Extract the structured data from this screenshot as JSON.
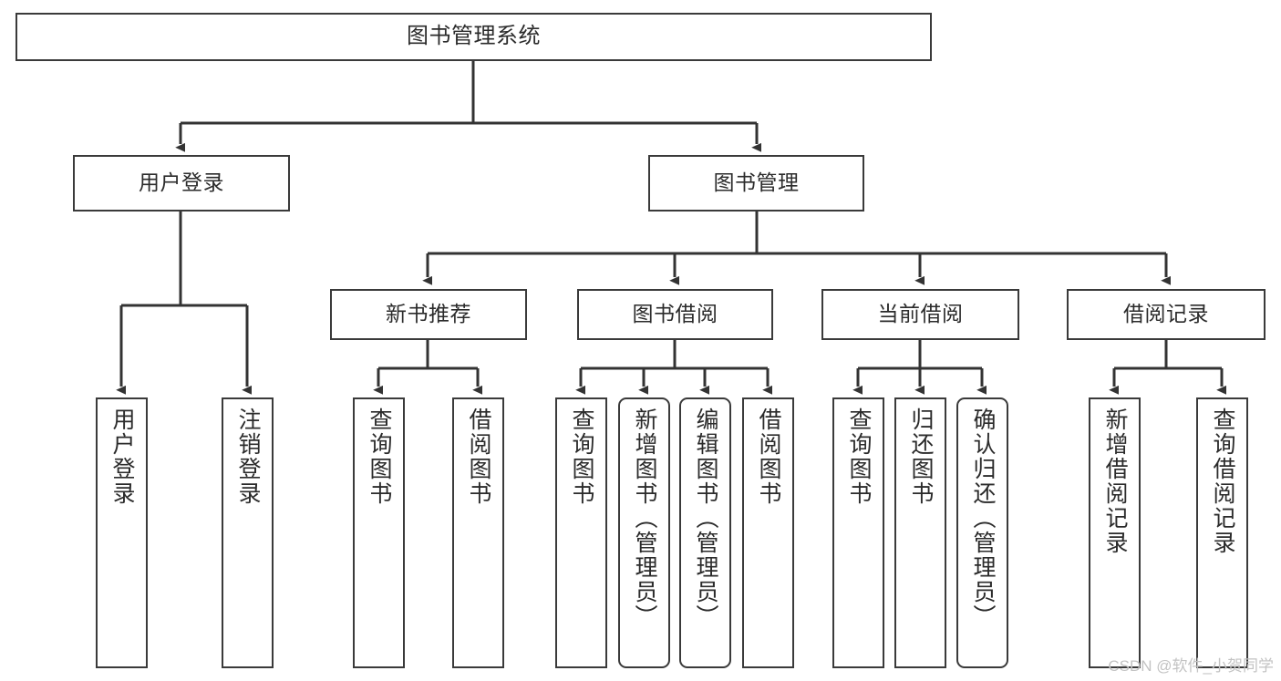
{
  "diagram": {
    "title": "图书管理系统",
    "type": "hierarchy-tree",
    "watermark": "CSDN @软件_小贺同学",
    "colors": {
      "node_border": "#3a3a3a",
      "node_fill": "#ffffff",
      "edge": "#333333",
      "text": "#2b2b2b",
      "watermark": "#c3c3c3",
      "background": "#ffffff"
    },
    "levels": {
      "root": "图书管理系统",
      "level2": [
        "用户登录",
        "图书管理"
      ],
      "level3": [
        "新书推荐",
        "图书借阅",
        "当前借阅",
        "借阅记录"
      ]
    },
    "nodes": {
      "root": {
        "label": "图书管理系统"
      },
      "user_login": {
        "label": "用户登录"
      },
      "book_manage": {
        "label": "图书管理"
      },
      "new_book_rec": {
        "label": "新书推荐"
      },
      "book_borrow": {
        "label": "图书借阅"
      },
      "current_borrow": {
        "label": "当前借阅"
      },
      "borrow_record": {
        "label": "借阅记录"
      },
      "leaf_user_login": {
        "label": "用户登录"
      },
      "leaf_logout": {
        "label": "注销登录"
      },
      "leaf_query_book_1": {
        "label": "查询图书"
      },
      "leaf_borrow_book_1": {
        "label": "借阅图书"
      },
      "leaf_query_book_2": {
        "label": "查询图书"
      },
      "leaf_add_book": {
        "label": "新增图书（管理员）"
      },
      "leaf_edit_book": {
        "label": "编辑图书（管理员）"
      },
      "leaf_borrow_book_2": {
        "label": "借阅图书"
      },
      "leaf_query_book_3": {
        "label": "查询图书"
      },
      "leaf_return_book": {
        "label": "归还图书"
      },
      "leaf_confirm_return": {
        "label": "确认归还（管理员）"
      },
      "leaf_add_record": {
        "label": "新增借阅记录"
      },
      "leaf_query_record": {
        "label": "查询借阅记录"
      }
    },
    "edges": [
      {
        "from": "root",
        "to": "user_login"
      },
      {
        "from": "root",
        "to": "book_manage"
      },
      {
        "from": "user_login",
        "to": "leaf_user_login"
      },
      {
        "from": "user_login",
        "to": "leaf_logout"
      },
      {
        "from": "book_manage",
        "to": "new_book_rec"
      },
      {
        "from": "book_manage",
        "to": "book_borrow"
      },
      {
        "from": "book_manage",
        "to": "current_borrow"
      },
      {
        "from": "book_manage",
        "to": "borrow_record"
      },
      {
        "from": "new_book_rec",
        "to": "leaf_query_book_1"
      },
      {
        "from": "new_book_rec",
        "to": "leaf_borrow_book_1"
      },
      {
        "from": "book_borrow",
        "to": "leaf_query_book_2"
      },
      {
        "from": "book_borrow",
        "to": "leaf_add_book"
      },
      {
        "from": "book_borrow",
        "to": "leaf_edit_book"
      },
      {
        "from": "book_borrow",
        "to": "leaf_borrow_book_2"
      },
      {
        "from": "current_borrow",
        "to": "leaf_query_book_3"
      },
      {
        "from": "current_borrow",
        "to": "leaf_return_book"
      },
      {
        "from": "current_borrow",
        "to": "leaf_confirm_return"
      },
      {
        "from": "borrow_record",
        "to": "leaf_add_record"
      },
      {
        "from": "borrow_record",
        "to": "leaf_query_record"
      }
    ]
  }
}
